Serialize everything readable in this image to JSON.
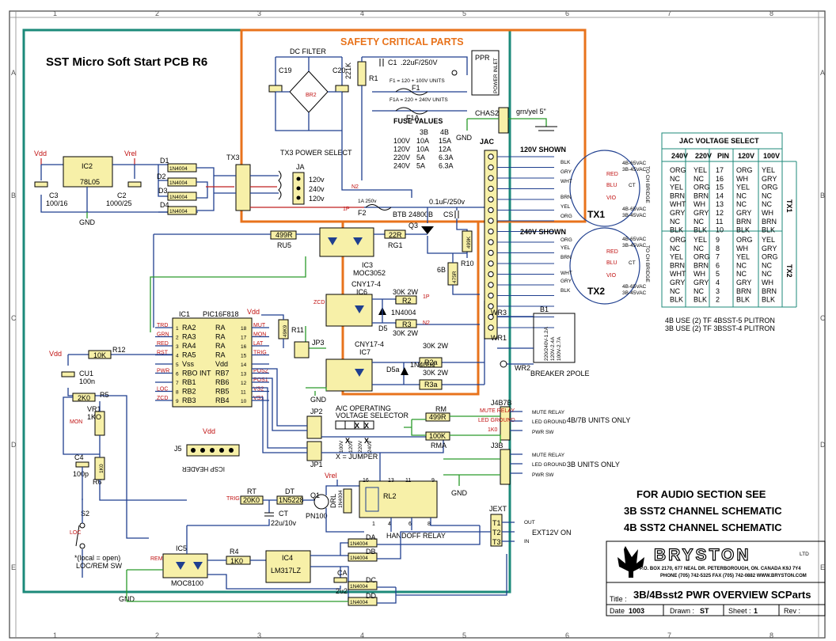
{
  "colors": {
    "border_teal": "#1c8a7a",
    "safety_orange": "#e8731c",
    "wire_blue": "#1f3f8f",
    "wire_green": "#2a9a2a",
    "label_red": "#c01010",
    "part_fill": "#f7f0a8"
  },
  "frame": {
    "cols": [
      "1",
      "2",
      "3",
      "4",
      "5",
      "6",
      "7",
      "8"
    ],
    "rows": [
      "A",
      "B",
      "C",
      "D",
      "E"
    ]
  },
  "title": {
    "main": "SST Micro Soft Start PCB R6",
    "safety": "SAFETY CRITICAL PARTS",
    "dc_filter": "DC FILTER"
  },
  "fuse": {
    "title": "FUSE VALUES",
    "header": [
      "3B",
      "4B"
    ],
    "rows": [
      [
        "100V",
        "10A",
        "15A"
      ],
      [
        "120V",
        "10A",
        "12A"
      ],
      [
        "220V",
        "5A",
        "6.3A"
      ],
      [
        "240V",
        "5A",
        "6.3A"
      ]
    ],
    "f1_note": "F1 = 120 + 100V UNITS",
    "f1a_note": "F1A = 220 + 240V UNITS"
  },
  "parts": {
    "c19": "C19",
    "c20": "C20",
    "br2": "BR2",
    "r1": "R1",
    "r1_val": "221K",
    "c1": "C1",
    ".c1_val": "",
    "c1v": ".22uF/250V",
    "f1": "F1",
    "f1a": "F1A",
    "ppr": "PPR",
    "power_inlet": "POWER INLET",
    "chas2": "CHAS2",
    "grn_yel": "grn/yel 5\"",
    "gnd": "GND",
    "ic2": "IC2",
    "ic2_val": "78L05",
    "vdd": "Vdd",
    "vrel": "Vrel",
    "c3": "C3",
    "c3_val": "100/16",
    "c2": "C2",
    "c2_val": "1000/25",
    "d1": "D1",
    "d2": "D2",
    "d3": "D3",
    "d4": "D4",
    "diode": "1N4004",
    "tx3": "TX3",
    "tx3_sel": "TX3 POWER SELECT",
    "ja": "JA",
    "v120": "120v",
    "v240": "240v",
    "f2": "F2",
    "f2_val": "1A 250v",
    "n2": "N2",
    "p1": "1P",
    "btb": "BTB 24800B",
    "cs": "CS",
    "cs_val": "0.1uF/250v",
    "q3": "Q3",
    "jac": "JAC",
    "r499": "499R",
    "ru5": "RU5",
    "r22": "22R",
    "rg1": "RG1",
    "ic3": "IC3",
    "ic3_val": "MOC3052",
    "r10": "R10",
    "r10_val": "499K",
    "r475": "475R",
    "r6b": "6B",
    "cny": "CNY17-4",
    "ic6": "IC6",
    "ic7": "IC7",
    "r2": "R2",
    "r3": "R3",
    "r30k": "30K 2W",
    "d5": "D5",
    "d5a": "D5a",
    "r2a": "R2a",
    "r3a": "R3a",
    "ic1": "IC1",
    "ic1_val": "PIC16F818",
    "r11": "R11",
    "r11_val": "49K9",
    "jp3": "JP3",
    "r12": "R12",
    "r12_val": "10K",
    "cu1": "CU1",
    "cu1_val": "100n",
    "r5": "R5",
    "r5_val": "2K0",
    "vr1": "VR1",
    "vr1_val": "1KO",
    "c4": "C4",
    "c4_val": "100p",
    "r6": "R6",
    "r6_val": "1K0",
    "mon": "MON",
    "jp2": "JP2",
    "jp1": "JP1",
    "ac_sel1": "A/C OPERATING",
    "ac_sel2": "VOLTAGE SELECTOR",
    "jumper_note": "X = JUMPER",
    "j5": "J5",
    "icsp": "ICSP HEADER",
    "rm": "RM",
    "rm_val": "499R",
    "rma": "RMA",
    "rma_val": "100K",
    "j4b7b": "J4B7B",
    "j3b": "J3B",
    "units_4b": "4B/7B UNITS ONLY",
    "units_3b": "3B UNITS ONLY",
    "mute": "MUTE RELAY",
    "led_gnd": "LED GROUND",
    "pwr_sw": "PWR SW",
    "rt": "RT",
    "rt_val": "20K0",
    "dt": "DT",
    "dt_val": "1N5228",
    "q1": "Q1",
    "q1_val": "PN100",
    "ct": "CT",
    "ct_val": "22u/10v",
    "drl": "DRL",
    "rl2": "RL2",
    "handoff": "HANDOFF RELAY",
    "trig": "TRIG",
    "jext": "JEXT",
    "t1": "T1",
    "t2": "T2",
    "t3": "T3",
    "out": "OUT",
    "in": "IN",
    "ext12": "EXT12V ON",
    "s2": "S2",
    "loc": "LOC",
    "loc_note1": "*(local = open)",
    "loc_note2": "LOC/REM SW",
    "ic5": "IC5",
    "ic5_val": "MOC8100",
    "rem": "REM",
    "r4": "R4",
    "r4_val": "1K0",
    "ic4": "IC4",
    "ic4_val": "LM317LZ",
    "ca": "CA",
    "ca_val": "2u2",
    "da": "DA",
    "db": "DB",
    "dc": "DC",
    "dd": "DD",
    "tx1": "TX1",
    "tx2": "TX2",
    "v120_shown": "120V SHOWN",
    "v240_shown": "240V SHOWN",
    "to_bridge": "TO CH BRIDGE",
    "vac1": "4B-65VAC",
    "vac2": "3B-45VAC",
    "b1": "B1",
    "wr1": "WR1",
    "wr2": "WR2",
    "wr3": "WR3",
    "breaker": "BREAKER 2POLE",
    "brk_val1": "220/240V-1.2A",
    "brk_val2": "120V-2.4A",
    "brk_val3": "100V-2.7A"
  },
  "ic1_pins": {
    "left": [
      [
        "TRD",
        "1",
        "RA2"
      ],
      [
        "GRN",
        "2",
        "RA3"
      ],
      [
        "RED",
        "3",
        "RA4"
      ],
      [
        "RST",
        "4",
        "RA5"
      ],
      [
        "",
        "5",
        "Vss"
      ],
      [
        "PWR",
        "6",
        "RBO INT"
      ],
      [
        "",
        "7",
        "RB1"
      ],
      [
        "LOC",
        "8",
        "RB2"
      ],
      [
        "ZCD",
        "9",
        "RB3"
      ]
    ],
    "right": [
      [
        "MUT",
        "18",
        "RA"
      ],
      [
        "MON",
        "17",
        "RA"
      ],
      [
        "LAT",
        "16",
        "RA"
      ],
      [
        "TRIG",
        "15",
        "RA"
      ],
      [
        "",
        "14",
        "Vdd"
      ],
      [
        "POS2",
        "13",
        "RB7"
      ],
      [
        "POS1",
        "12",
        "RB6"
      ],
      [
        "VS2",
        "11",
        "RB5"
      ],
      [
        "VS1",
        "10",
        "RB4"
      ]
    ]
  },
  "jac_table": {
    "title": "JAC VOLTAGE SELECT",
    "headers": [
      "240V",
      "220V",
      "PIN",
      "120V",
      "100V"
    ],
    "tx1": [
      [
        "ORG",
        "YEL",
        "17",
        "ORG",
        "YEL"
      ],
      [
        "NC",
        "NC",
        "16",
        "WH",
        "GRY"
      ],
      [
        "YEL",
        "ORG",
        "15",
        "YEL",
        "ORG"
      ],
      [
        "BRN",
        "BRN",
        "14",
        "NC",
        "NC"
      ],
      [
        "WHT",
        "WH",
        "13",
        "NC",
        "NC"
      ],
      [
        "GRY",
        "GRY",
        "12",
        "GRY",
        "WH"
      ],
      [
        "NC",
        "NC",
        "11",
        "BRN",
        "BRN"
      ],
      [
        "BLK",
        "BLK",
        "10",
        "BLK",
        "BLK"
      ]
    ],
    "tx2": [
      [
        "ORG",
        "YEL",
        "9",
        "ORG",
        "YEL"
      ],
      [
        "NC",
        "NC",
        "8",
        "WH",
        "GRY"
      ],
      [
        "YEL",
        "ORG",
        "7",
        "YEL",
        "ORG"
      ],
      [
        "BRN",
        "BRN",
        "6",
        "NC",
        "NC"
      ],
      [
        "WHT",
        "WH",
        "5",
        "NC",
        "NC"
      ],
      [
        "GRY",
        "GRY",
        "4",
        "GRY",
        "WH"
      ],
      [
        "NC",
        "NC",
        "3",
        "BRN",
        "BRN"
      ],
      [
        "BLK",
        "BLK",
        "2",
        "BLK",
        "BLK"
      ]
    ],
    "note1": "4B USE (2) TF 4BSST-5 PLITRON",
    "note2": "3B USE (2) TF 3BSST-4 PLITRON"
  },
  "audio": {
    "line1": "FOR AUDIO SECTION SEE",
    "line2": "3B SST2 CHANNEL SCHEMATIC",
    "line3": "4B SST2 CHANNEL SCHEMATIC"
  },
  "titleblock": {
    "brand": "BRYSTON",
    "ltd": "LTD",
    "addr1": "P.O. BOX 2170, 677 NEAL DR. PETERBOROUGH, ON. CANADA K9J 7Y4",
    "addr2": "PHONE (705) 742-5325   FAX (705) 742-0882   WWW.BRYSTON.COM",
    "title_label": "Title :",
    "title": "3B/4Bsst2 PWR OVERVIEW SCParts",
    "date_label": "Date",
    "date": "1003",
    "drawn_label": "Drawn :",
    "drawn": "ST",
    "sheet_label": "Sheet :",
    "sheet": "1",
    "rev_label": "Rev :",
    "rev": ""
  }
}
